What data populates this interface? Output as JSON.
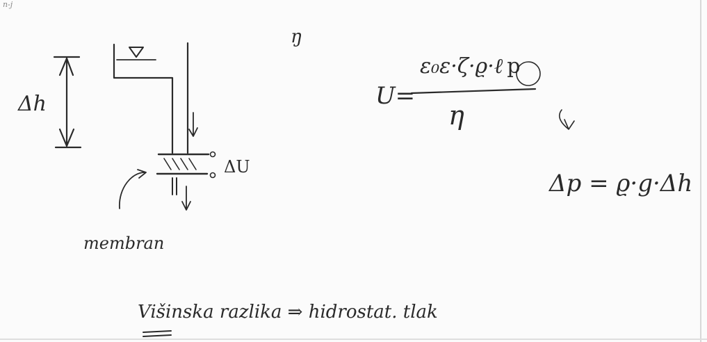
{
  "corner_mark": "n-j",
  "left_diagram": {
    "height_label": "Δh",
    "voltage_label": "ΔU",
    "membrane_label": "membran"
  },
  "top_note": "ŋ",
  "formula": {
    "lhs": "U=",
    "numerator": "ε₀ε·ζ·ϱ·ℓ",
    "numerator_circled": "p",
    "denominator": "η"
  },
  "pressure_equation": "Δp = ϱ·g·Δh",
  "caption": "Višinska razlika ⇒ hidrostat. tlak"
}
